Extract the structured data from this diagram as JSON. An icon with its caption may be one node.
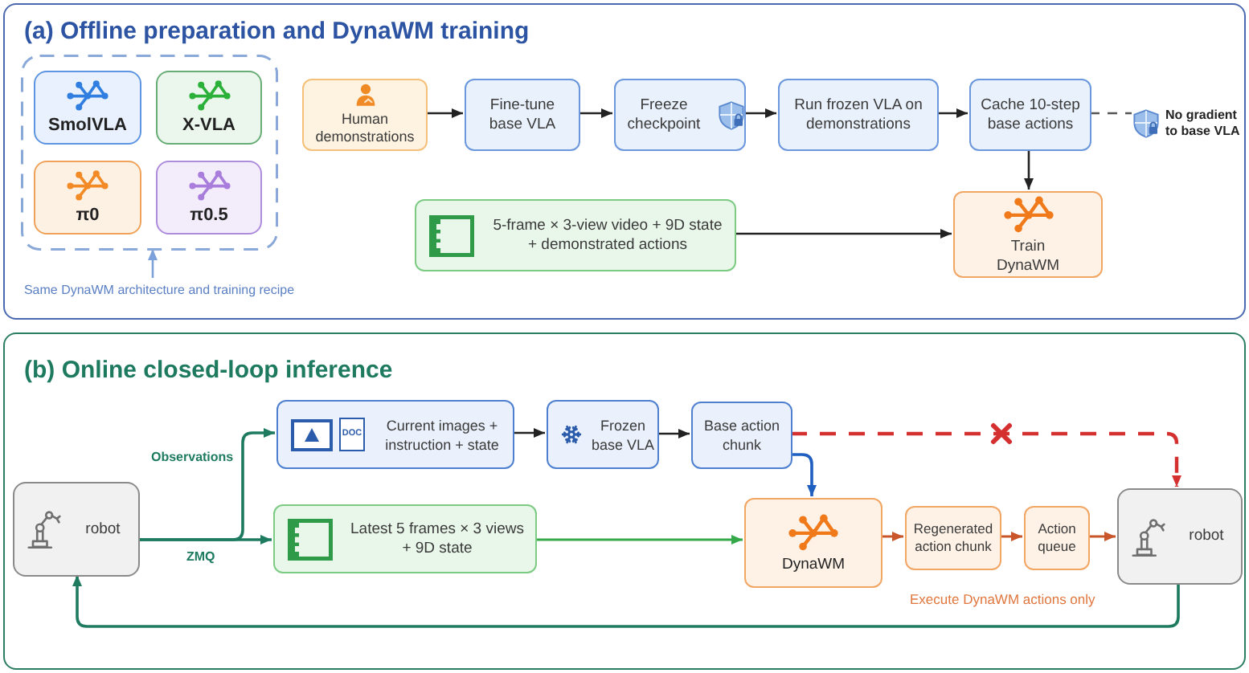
{
  "diagram": {
    "nodes": [
      {
        "text": [
          "(a) Offline preparation and DynaWM training"
        ]
      },
      {
        "text": [],
        "shape": "box",
        "in": 0
      },
      {
        "text": [
          "SmolVLA"
        ],
        "in": 1
      },
      {
        "text": [
          "X-VLA"
        ],
        "in": 1
      },
      {
        "text": [
          "π0"
        ],
        "in": 1
      },
      {
        "text": [
          "π0.5"
        ],
        "in": 1
      },
      {
        "text": [
          "Same DynaWM architecture and training recipe"
        ],
        "in": 0
      },
      {
        "text": [
          "Human demonstrations"
        ],
        "in": 0
      },
      {
        "text": [
          "Fine-tune base VLA"
        ],
        "in": 0
      },
      {
        "text": [
          "Freeze checkpoint"
        ],
        "in": 0
      },
      {
        "text": [
          "Run frozen VLA on demonstrations"
        ],
        "in": 0
      },
      {
        "text": [
          "Cache 10-step base actions"
        ],
        "in": 0
      },
      {
        "text": [
          "No gradient to base VLA"
        ],
        "in": 0
      },
      {
        "text": [
          "5-frame × 3-view video + 9D state + demonstrated actions"
        ],
        "in": 0
      },
      {
        "text": [
          "Train DynaWM"
        ],
        "in": 0
      },
      {
        "text": [
          "(b) Online closed-loop inference"
        ]
      },
      {
        "text": [
          "robot"
        ],
        "in": 15
      },
      {
        "text": [
          "Current images + instruction + state"
        ],
        "in": 15
      },
      {
        "text": [
          "Frozen base VLA"
        ],
        "in": 15
      },
      {
        "text": [
          "Base action chunk"
        ],
        "in": 15
      },
      {
        "text": [
          "Latest 5 frames × 3 views + 9D state"
        ],
        "in": 15
      },
      {
        "text": [
          "DynaWM"
        ],
        "in": 15
      },
      {
        "text": [
          "Regenerated action chunk"
        ],
        "in": 15
      },
      {
        "text": [
          "Action queue"
        ],
        "in": 15
      },
      {
        "text": [
          "robot"
        ],
        "in": 15
      }
    ],
    "edges": [
      {
        "from": 6,
        "to": 1,
        "arrow": "to",
        "color": "#7da2db"
      },
      {
        "from": 7,
        "to": 8,
        "arrow": "to"
      },
      {
        "from": 8,
        "to": 9,
        "arrow": "to"
      },
      {
        "from": 9,
        "to": 10,
        "arrow": "to"
      },
      {
        "from": 10,
        "to": 11,
        "arrow": "to"
      },
      {
        "from": 11,
        "to": 12,
        "arrow": "none",
        "style": "dashed",
        "color": "#555555"
      },
      {
        "from": 11,
        "to": 14,
        "arrow": "to"
      },
      {
        "from": 13,
        "to": 14,
        "arrow": "to"
      },
      {
        "from": 16,
        "to": 17,
        "arrow": "to",
        "label": "Observations",
        "color": "#1e7b60"
      },
      {
        "from": 16,
        "to": 20,
        "arrow": "to",
        "label": "ZMQ",
        "color": "#1e7b60"
      },
      {
        "from": 17,
        "to": 18,
        "arrow": "to"
      },
      {
        "from": 18,
        "to": 19,
        "arrow": "to"
      },
      {
        "from": 19,
        "to": 21,
        "arrow": "to",
        "color": "#1f5fc0"
      },
      {
        "from": 19,
        "to": 24,
        "arrow": "to",
        "style": "dashed",
        "color": "#d43030"
      },
      {
        "from": 20,
        "to": 21,
        "arrow": "to",
        "color": "#35a84a"
      },
      {
        "from": 21,
        "to": 22,
        "arrow": "to",
        "color": "#c8562a"
      },
      {
        "from": 22,
        "to": 23,
        "arrow": "to",
        "color": "#c8562a"
      },
      {
        "from": 23,
        "to": 24,
        "arrow": "to",
        "color": "#c8562a"
      },
      {
        "from": 24,
        "to": 16,
        "arrow": "to",
        "color": "#1e7b60"
      }
    ],
    "labels": [
      "DOC",
      "Execute DynaWM actions only"
    ]
  }
}
